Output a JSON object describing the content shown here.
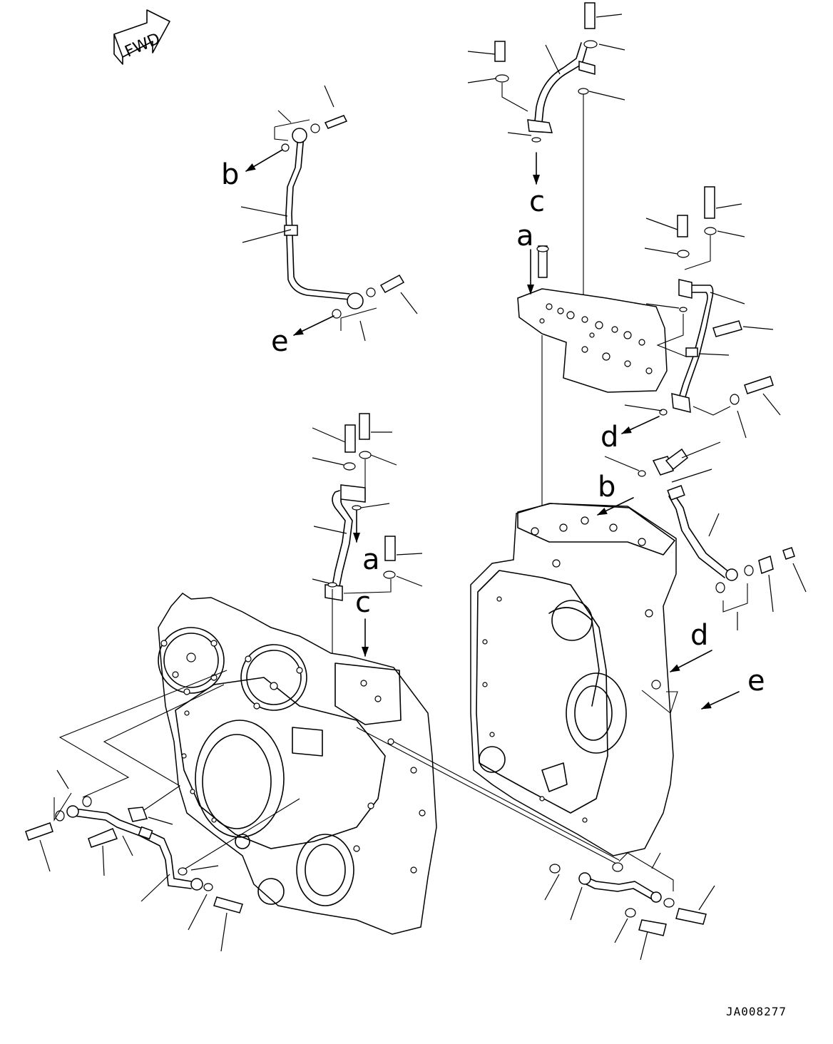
{
  "fwd_label": "FWD",
  "drawing_code": "JA008277",
  "ref_labels": {
    "a_upper": "a",
    "a_lower": "a",
    "b_upper": "b",
    "b_lower": "b",
    "c_upper": "c",
    "c_lower": "c",
    "d_upper": "d",
    "d_lower": "d",
    "e_upper": "e",
    "e_lower": "e"
  }
}
